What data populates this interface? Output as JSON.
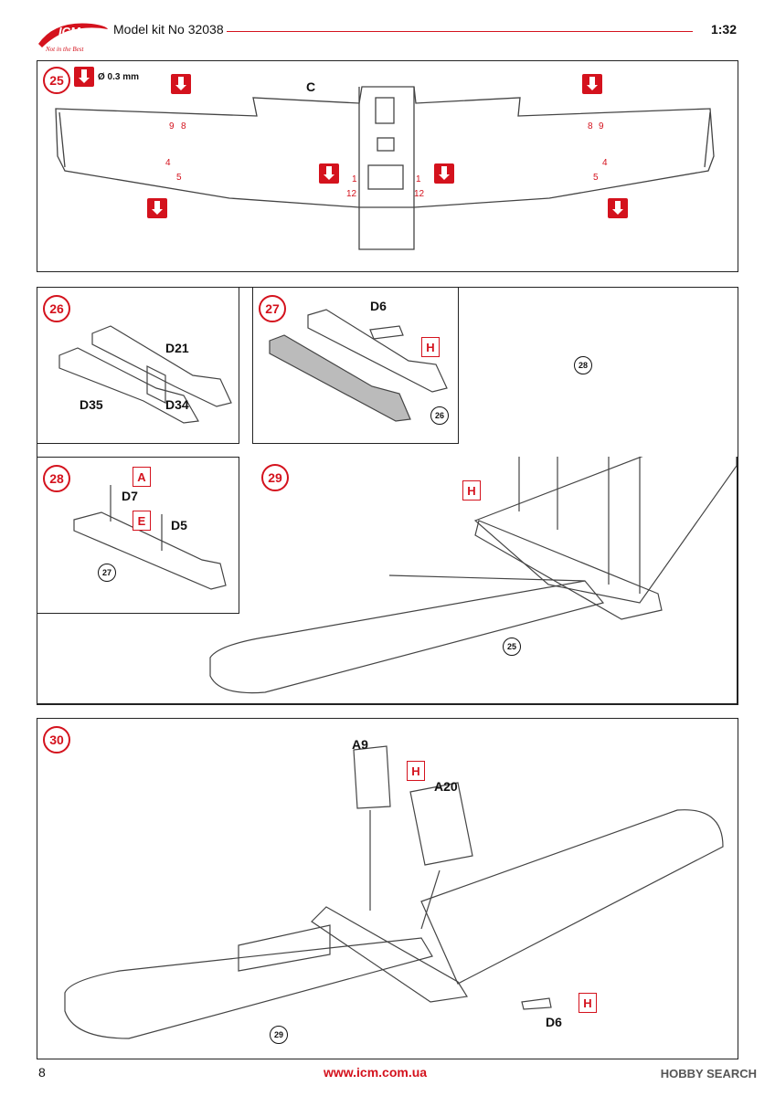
{
  "header": {
    "brand": "ICM",
    "tagline": "Not in the Best",
    "title": "Model kit No 32038",
    "scale": "1:32"
  },
  "step25": {
    "number": "25",
    "drill_label": "Ø 0.3 mm",
    "part": "C",
    "hole_labels": [
      "9",
      "8",
      "8",
      "9",
      "4",
      "5",
      "4",
      "5",
      "1",
      "12",
      "1",
      "12"
    ]
  },
  "step26": {
    "number": "26",
    "parts": [
      "D21",
      "D35",
      "D34"
    ]
  },
  "step27": {
    "number": "27",
    "parts": [
      "D6"
    ],
    "box": "H",
    "ref": "26"
  },
  "step28": {
    "number": "28",
    "parts": [
      "D7",
      "D5"
    ],
    "boxes": [
      "A",
      "E"
    ],
    "ref": "27"
  },
  "step29": {
    "number": "29",
    "box": "H",
    "refs": [
      "28",
      "25"
    ]
  },
  "step30": {
    "number": "30",
    "parts": [
      "A9",
      "A20",
      "D6"
    ],
    "boxes": [
      "H",
      "H"
    ],
    "ref": "29"
  },
  "footer": {
    "page": "8",
    "url": "www.icm.com.ua",
    "watermark": "HOBBY SEARCH"
  },
  "colors": {
    "accent": "#d4121d",
    "ink": "#222222"
  }
}
